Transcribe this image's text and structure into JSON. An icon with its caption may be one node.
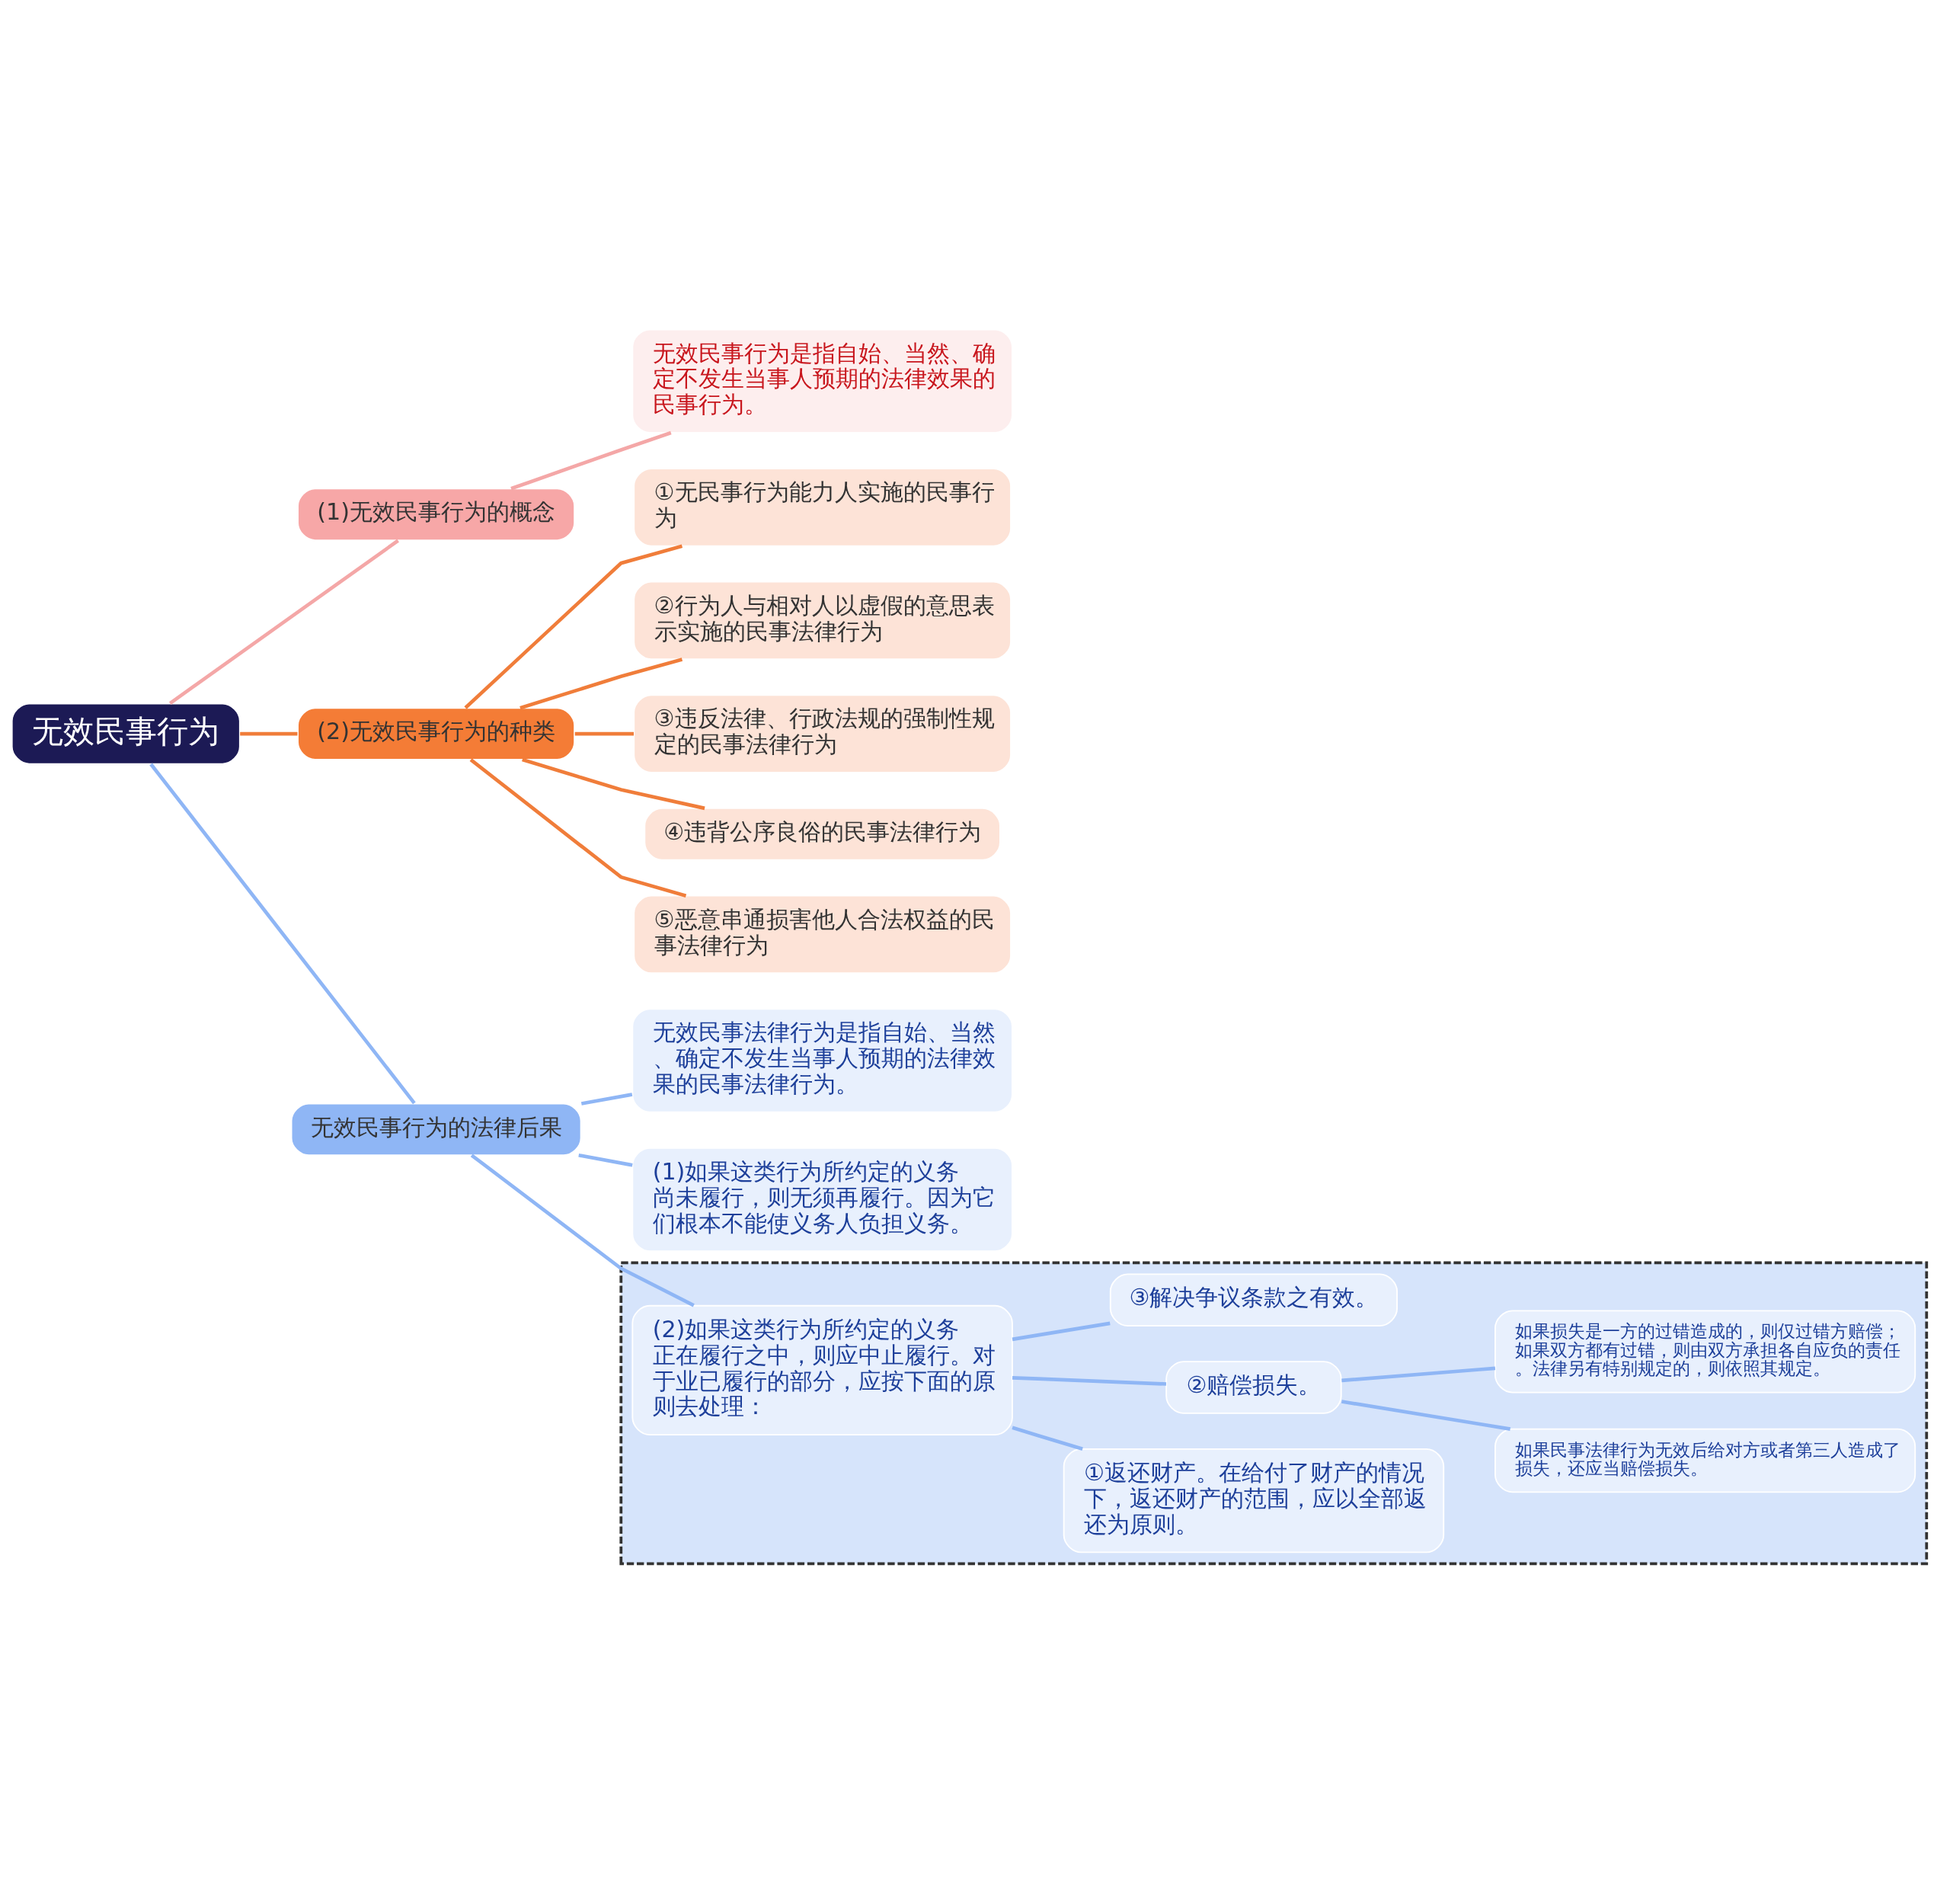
{
  "diagram": {
    "nodes": [
      {
        "text": [
          "无效民事行为"
        ]
      },
      {
        "text": [
          "(1)无效民事行为的概念"
        ]
      },
      {
        "text": [
          "无效民事行为是指自始、当然、确定不发生当事人预期的法律效果的民事行为。"
        ]
      },
      {
        "text": [
          "(2)无效民事行为的种类"
        ]
      },
      {
        "text": [
          "①无民事行为能力人实施的民事行为"
        ]
      },
      {
        "text": [
          "②行为人与相对人以虚假的意思表示实施的民事法律行为"
        ]
      },
      {
        "text": [
          "③违反法律、行政法规的强制性规定的民事法律行为"
        ]
      },
      {
        "text": [
          "④违背公序良俗的民事法律行为"
        ]
      },
      {
        "text": [
          "⑤恶意串通损害他人合法权益的民事法律行为"
        ]
      },
      {
        "text": [
          "无效民事行为的法律后果"
        ]
      },
      {
        "text": [
          "无效民事法律行为是指自始、当然、确定不发生当事人预期的法律效果的民事法律行为。"
        ]
      },
      {
        "text": [
          "(1)如果这类行为所约定的义务尚未履行，则无须再履行。因为它们根本不能使义务人负担义务。"
        ]
      },
      {
        "text": [],
        "shape": "box"
      },
      {
        "text": [
          "(2)如果这类行为所约定的义务正在履行之中，则应中止履行。对于业已履行的部分，应按下面的原则去处理："
        ],
        "in": 12
      },
      {
        "text": [
          "①返还财产。在给付了财产的情况下，返还财产的范围，应以全部返还为原则。"
        ],
        "in": 12
      },
      {
        "text": [
          "②赔偿损失。"
        ],
        "in": 12
      },
      {
        "text": [
          "如果民事法律行为无效后给对方或者第三人造成了损失，还应当赔偿损失。"
        ],
        "in": 12
      },
      {
        "text": [
          "如果损失是一方的过错造成的，则仅过错方赔偿；如果双方都有过错，则由双方承担各自应负的责任。法律另有特别规定的，则依照其规定。"
        ],
        "in": 12
      },
      {
        "text": [
          "③解决争议条款之有效。"
        ],
        "in": 12
      }
    ],
    "edges": [
      {
        "from": 0,
        "to": 1,
        "arrow": "none",
        "color": "#f4a7a7"
      },
      {
        "from": 1,
        "to": 2,
        "arrow": "none",
        "color": "#f4a7a7"
      },
      {
        "from": 0,
        "to": 3,
        "arrow": "none",
        "color": "#f07d3a"
      },
      {
        "from": 3,
        "to": 4,
        "arrow": "none",
        "color": "#f07d3a"
      },
      {
        "from": 3,
        "to": 5,
        "arrow": "none",
        "color": "#f07d3a"
      },
      {
        "from": 3,
        "to": 6,
        "arrow": "none",
        "color": "#f07d3a"
      },
      {
        "from": 3,
        "to": 7,
        "arrow": "none",
        "color": "#f07d3a"
      },
      {
        "from": 3,
        "to": 8,
        "arrow": "none",
        "color": "#f07d3a"
      },
      {
        "from": 0,
        "to": 9,
        "arrow": "none"
      },
      {
        "from": 9,
        "to": 10,
        "arrow": "none"
      },
      {
        "from": 9,
        "to": 11,
        "arrow": "none"
      },
      {
        "from": 9,
        "to": 13,
        "arrow": "none"
      },
      {
        "from": 13,
        "to": 14,
        "arrow": "none"
      },
      {
        "from": 13,
        "to": 15,
        "arrow": "none"
      },
      {
        "from": 13,
        "to": 18,
        "arrow": "none"
      },
      {
        "from": 15,
        "to": 16,
        "arrow": "none"
      },
      {
        "from": 15,
        "to": 17,
        "arrow": "none"
      }
    ]
  }
}
